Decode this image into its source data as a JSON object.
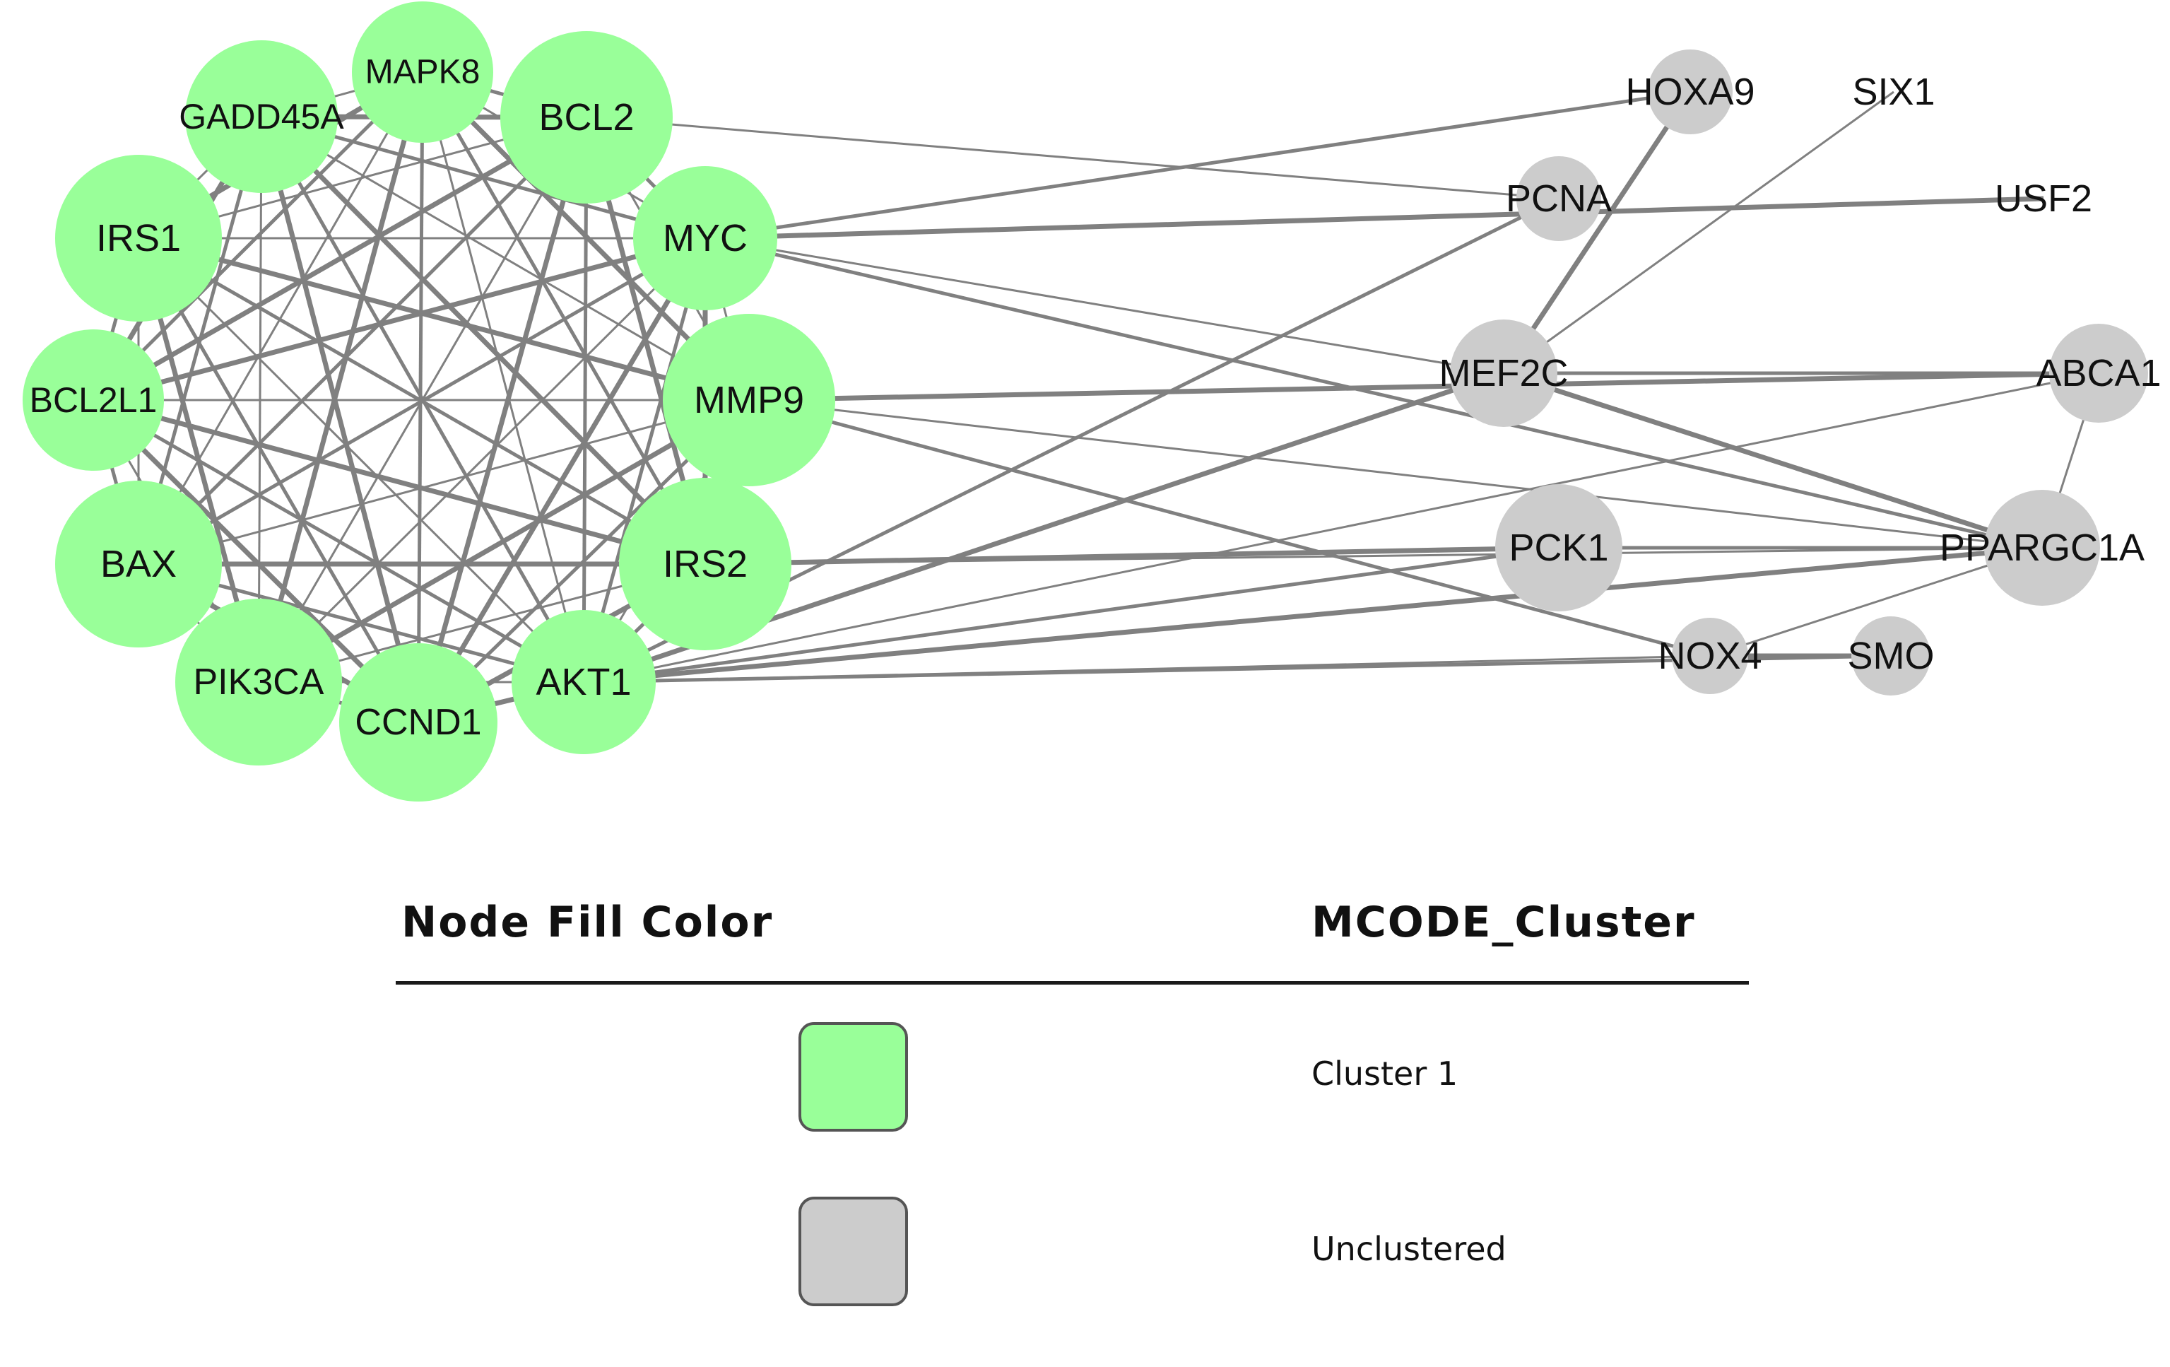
{
  "colors": {
    "cluster1": "#99ff99",
    "unclustered": "#cccccc",
    "edge": "#808080"
  },
  "nodes": [
    {
      "id": "MAPK8",
      "label": "MAPK8",
      "group": "cluster1"
    },
    {
      "id": "GADD45A",
      "label": "GADD45A",
      "group": "cluster1"
    },
    {
      "id": "BCL2",
      "label": "BCL2",
      "group": "cluster1"
    },
    {
      "id": "IRS1",
      "label": "IRS1",
      "group": "cluster1"
    },
    {
      "id": "MYC",
      "label": "MYC",
      "group": "cluster1"
    },
    {
      "id": "BCL2L1",
      "label": "BCL2L1",
      "group": "cluster1"
    },
    {
      "id": "MMP9",
      "label": "MMP9",
      "group": "cluster1"
    },
    {
      "id": "BAX",
      "label": "BAX",
      "group": "cluster1"
    },
    {
      "id": "IRS2",
      "label": "IRS2",
      "group": "cluster1"
    },
    {
      "id": "PIK3CA",
      "label": "PIK3CA",
      "group": "cluster1"
    },
    {
      "id": "AKT1",
      "label": "AKT1",
      "group": "cluster1"
    },
    {
      "id": "CCND1",
      "label": "CCND1",
      "group": "cluster1"
    },
    {
      "id": "HOXA9",
      "label": "HOXA9",
      "group": "unclustered"
    },
    {
      "id": "SIX1",
      "label": "SIX1",
      "group": "unclustered"
    },
    {
      "id": "PCNA",
      "label": "PCNA",
      "group": "unclustered"
    },
    {
      "id": "USF2",
      "label": "USF2",
      "group": "unclustered"
    },
    {
      "id": "MEF2C",
      "label": "MEF2C",
      "group": "unclustered"
    },
    {
      "id": "ABCA1",
      "label": "ABCA1",
      "group": "unclustered"
    },
    {
      "id": "PCK1",
      "label": "PCK1",
      "group": "unclustered"
    },
    {
      "id": "PPARGC1A",
      "label": "PPARGC1A",
      "group": "unclustered"
    },
    {
      "id": "NOX4",
      "label": "NOX4",
      "group": "unclustered"
    },
    {
      "id": "SMO",
      "label": "SMO",
      "group": "unclustered"
    }
  ],
  "edges": [
    [
      "MAPK8",
      "GADD45A"
    ],
    [
      "MAPK8",
      "BCL2"
    ],
    [
      "MAPK8",
      "IRS1"
    ],
    [
      "MAPK8",
      "MYC"
    ],
    [
      "MAPK8",
      "BCL2L1"
    ],
    [
      "MAPK8",
      "MMP9"
    ],
    [
      "MAPK8",
      "BAX"
    ],
    [
      "MAPK8",
      "IRS2"
    ],
    [
      "MAPK8",
      "PIK3CA"
    ],
    [
      "MAPK8",
      "AKT1"
    ],
    [
      "MAPK8",
      "CCND1"
    ],
    [
      "GADD45A",
      "BCL2"
    ],
    [
      "GADD45A",
      "IRS1"
    ],
    [
      "GADD45A",
      "MYC"
    ],
    [
      "GADD45A",
      "BCL2L1"
    ],
    [
      "GADD45A",
      "MMP9"
    ],
    [
      "GADD45A",
      "BAX"
    ],
    [
      "GADD45A",
      "IRS2"
    ],
    [
      "GADD45A",
      "PIK3CA"
    ],
    [
      "GADD45A",
      "AKT1"
    ],
    [
      "GADD45A",
      "CCND1"
    ],
    [
      "BCL2",
      "IRS1"
    ],
    [
      "BCL2",
      "MYC"
    ],
    [
      "BCL2",
      "BCL2L1"
    ],
    [
      "BCL2",
      "MMP9"
    ],
    [
      "BCL2",
      "BAX"
    ],
    [
      "BCL2",
      "IRS2"
    ],
    [
      "BCL2",
      "PIK3CA"
    ],
    [
      "BCL2",
      "AKT1"
    ],
    [
      "BCL2",
      "CCND1"
    ],
    [
      "IRS1",
      "MYC"
    ],
    [
      "IRS1",
      "BCL2L1"
    ],
    [
      "IRS1",
      "MMP9"
    ],
    [
      "IRS1",
      "BAX"
    ],
    [
      "IRS1",
      "IRS2"
    ],
    [
      "IRS1",
      "PIK3CA"
    ],
    [
      "IRS1",
      "AKT1"
    ],
    [
      "IRS1",
      "CCND1"
    ],
    [
      "MYC",
      "BCL2L1"
    ],
    [
      "MYC",
      "MMP9"
    ],
    [
      "MYC",
      "BAX"
    ],
    [
      "MYC",
      "IRS2"
    ],
    [
      "MYC",
      "PIK3CA"
    ],
    [
      "MYC",
      "AKT1"
    ],
    [
      "MYC",
      "CCND1"
    ],
    [
      "BCL2L1",
      "MMP9"
    ],
    [
      "BCL2L1",
      "BAX"
    ],
    [
      "BCL2L1",
      "IRS2"
    ],
    [
      "BCL2L1",
      "PIK3CA"
    ],
    [
      "BCL2L1",
      "AKT1"
    ],
    [
      "BCL2L1",
      "CCND1"
    ],
    [
      "MMP9",
      "BAX"
    ],
    [
      "MMP9",
      "IRS2"
    ],
    [
      "MMP9",
      "PIK3CA"
    ],
    [
      "MMP9",
      "AKT1"
    ],
    [
      "MMP9",
      "CCND1"
    ],
    [
      "BAX",
      "IRS2"
    ],
    [
      "BAX",
      "PIK3CA"
    ],
    [
      "BAX",
      "AKT1"
    ],
    [
      "BAX",
      "CCND1"
    ],
    [
      "IRS2",
      "PIK3CA"
    ],
    [
      "IRS2",
      "AKT1"
    ],
    [
      "IRS2",
      "CCND1"
    ],
    [
      "PIK3CA",
      "AKT1"
    ],
    [
      "PIK3CA",
      "CCND1"
    ],
    [
      "AKT1",
      "CCND1"
    ],
    [
      "BCL2",
      "PCNA"
    ],
    [
      "MYC",
      "HOXA9"
    ],
    [
      "MYC",
      "USF2"
    ],
    [
      "MYC",
      "MEF2C"
    ],
    [
      "MYC",
      "PPARGC1A"
    ],
    [
      "MMP9",
      "ABCA1"
    ],
    [
      "MMP9",
      "PPARGC1A"
    ],
    [
      "MMP9",
      "NOX4"
    ],
    [
      "IRS2",
      "PCK1"
    ],
    [
      "IRS2",
      "PPARGC1A"
    ],
    [
      "AKT1",
      "PCNA"
    ],
    [
      "AKT1",
      "MEF2C"
    ],
    [
      "AKT1",
      "ABCA1"
    ],
    [
      "AKT1",
      "PCK1"
    ],
    [
      "AKT1",
      "PPARGC1A"
    ],
    [
      "AKT1",
      "NOX4"
    ],
    [
      "AKT1",
      "SMO"
    ],
    [
      "HOXA9",
      "MEF2C"
    ],
    [
      "SIX1",
      "MEF2C"
    ],
    [
      "MEF2C",
      "ABCA1"
    ],
    [
      "MEF2C",
      "PPARGC1A"
    ],
    [
      "ABCA1",
      "PPARGC1A"
    ],
    [
      "PCK1",
      "PPARGC1A"
    ],
    [
      "NOX4",
      "SMO"
    ],
    [
      "NOX4",
      "PPARGC1A"
    ]
  ],
  "legend": {
    "left_header": "Node Fill Color",
    "right_header": "MCODE_Cluster",
    "items": [
      {
        "label": "Cluster 1",
        "color": "#99ff99"
      },
      {
        "label": "Unclustered",
        "color": "#cccccc"
      }
    ]
  }
}
